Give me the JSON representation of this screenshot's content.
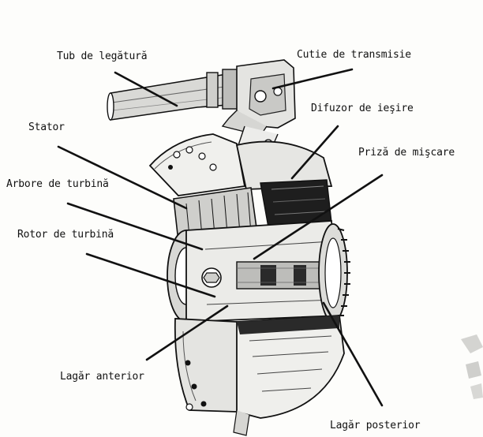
{
  "diagram": {
    "labels": {
      "tub_de_legatura": "Tub de legătură",
      "cutie_de_transmisie": "Cutie de transmisie",
      "difuzor_de_iesire": "Difuzor de ieşire",
      "stator": "Stator",
      "priza_de_miscare": "Priză de mişcare",
      "arbore_de_turbina": "Arbore de turbină",
      "rotor_de_turbina": "Rotor de turbină",
      "lagar_anterior": "Lagăr anterior",
      "lagar_posterior": "Lagăr posterior"
    },
    "colors": {
      "ink": "#111111",
      "paper": "#fdfdfb",
      "shade": "#2a2a2a",
      "mid": "#8a8a8a",
      "light": "#d9d9d6"
    }
  }
}
